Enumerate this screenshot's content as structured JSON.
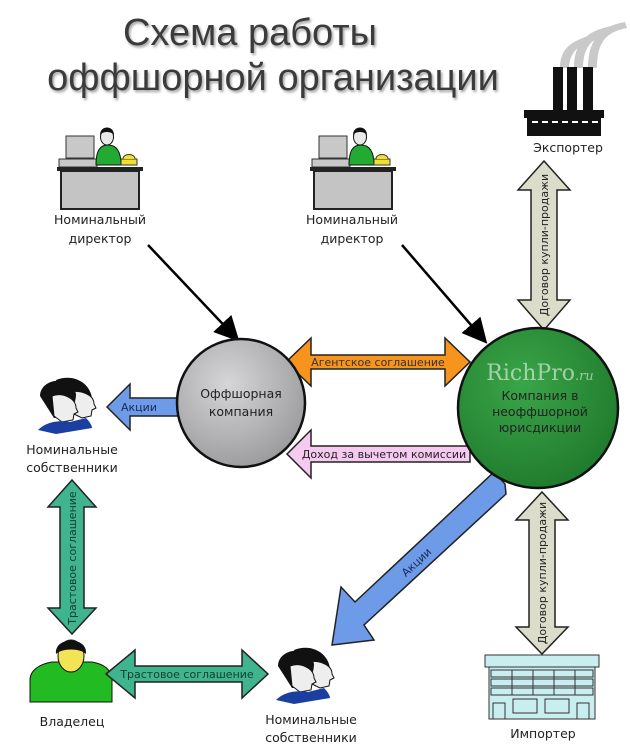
{
  "title": {
    "line1": "Схема работы",
    "line2": "оффшорной организации"
  },
  "watermark": {
    "main": "RichPro",
    "suffix": ".ru"
  },
  "nodes": {
    "director_left": {
      "line1": "Номинальный",
      "line2": "директор"
    },
    "director_right": {
      "line1": "Номинальный",
      "line2": "директор"
    },
    "exporter": {
      "label": "Экспортер"
    },
    "importer": {
      "label": "Импортер"
    },
    "offshore_company": {
      "line1": "Оффшорная",
      "line2": "компания"
    },
    "onshore_company": {
      "line1": "Компания в",
      "line2": "неоффшорной",
      "line3": "юрисдикции"
    },
    "nominal_owners_top": {
      "line1": "Номинальные",
      "line2": "собственники"
    },
    "nominal_owners_bottom": {
      "line1": "Номинальные",
      "line2": "собственники"
    },
    "owner": {
      "label": "Владелец"
    }
  },
  "arrows": {
    "agency": "Агентское соглашение",
    "income": "Доход за вычетом комиссии",
    "shares_left": "Акции",
    "shares_diag": "Акции",
    "trust_vertical": "Трастовое соглашение",
    "trust_horizontal": "Трастовое соглашение",
    "contract_top": "Договор купли-продажи",
    "contract_bottom": "Договор купли-продажи"
  },
  "colors": {
    "offshore_circle": "#a8a8aa",
    "onshore_circle": "#2e8b3a",
    "agency_arrow": "#f7941d",
    "income_arrow": "#f5c9f0",
    "shares_arrow": "#6e9be8",
    "trust_arrow": "#3fb48e",
    "contract_arrow": "#dcdccb"
  }
}
